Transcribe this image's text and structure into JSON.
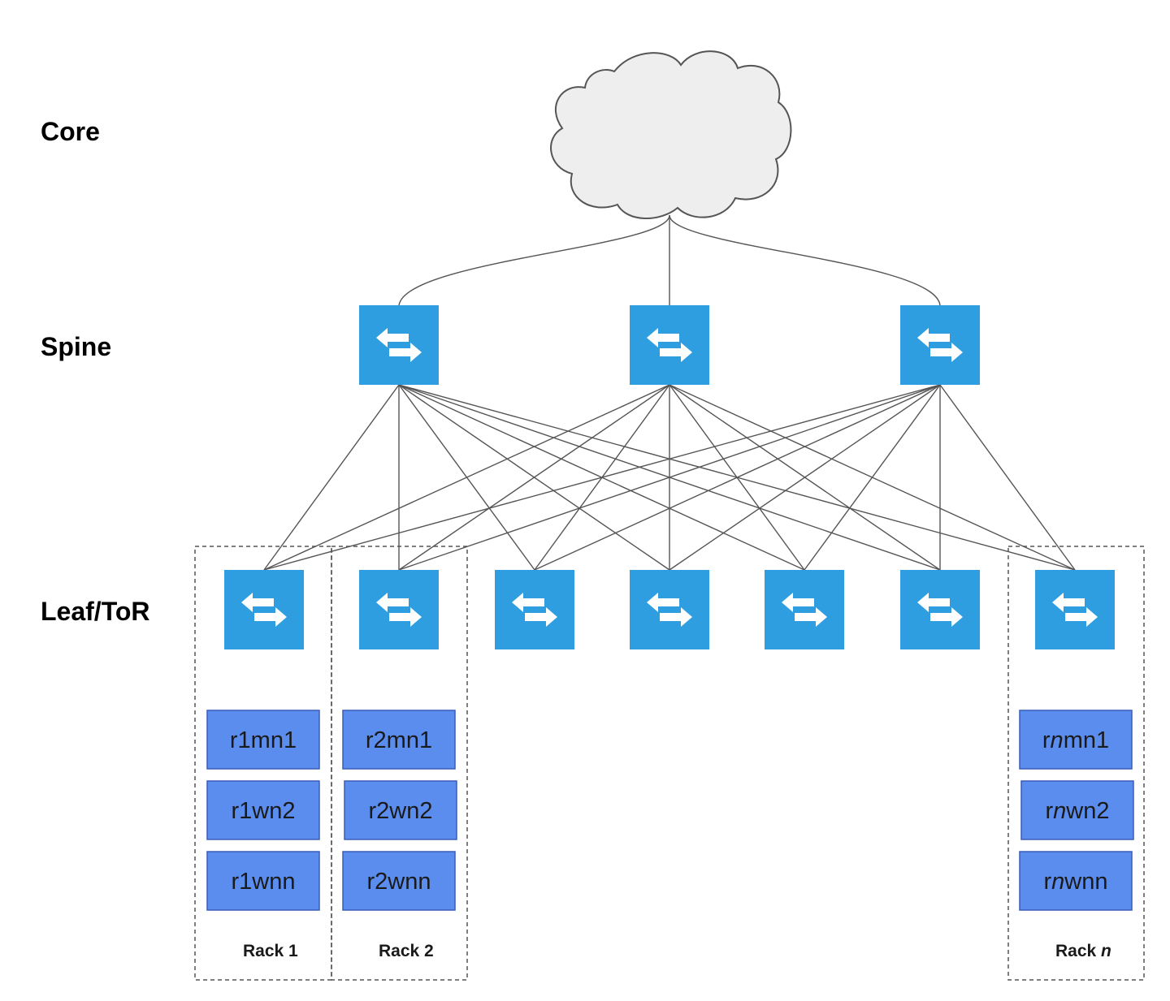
{
  "tiers": [
    {
      "id": "core",
      "label": "Core"
    },
    {
      "id": "spine",
      "label": "Spine"
    },
    {
      "id": "leaf",
      "label": "Leaf/ToR"
    }
  ],
  "colors": {
    "switch_fill": "#2e9ee0",
    "switch_icon": "#ffffff",
    "node_fill": "#5b8def",
    "node_border": "#3b5db8",
    "cloud_fill": "#eeeeee",
    "cloud_stroke": "#555555",
    "link": "#555555",
    "rack_border": "#555555"
  },
  "core": {
    "icon": "cloud-icon"
  },
  "spine_switches": [
    {
      "id": "spine-1",
      "icon": "switch-icon"
    },
    {
      "id": "spine-2",
      "icon": "switch-icon"
    },
    {
      "id": "spine-3",
      "icon": "switch-icon"
    }
  ],
  "leaf_switches": [
    {
      "id": "leaf-1",
      "icon": "switch-icon"
    },
    {
      "id": "leaf-2",
      "icon": "switch-icon"
    },
    {
      "id": "leaf-3",
      "icon": "switch-icon"
    },
    {
      "id": "leaf-4",
      "icon": "switch-icon"
    },
    {
      "id": "leaf-5",
      "icon": "switch-icon"
    },
    {
      "id": "leaf-6",
      "icon": "switch-icon"
    },
    {
      "id": "leaf-7",
      "icon": "switch-icon"
    }
  ],
  "racks": [
    {
      "label": "Rack 1",
      "nodes": [
        {
          "label": "r1mn1"
        },
        {
          "label": "r1wn2"
        },
        {
          "label": "r1wnn"
        }
      ]
    },
    {
      "label": "Rack 2",
      "nodes": [
        {
          "label": "r2mn1"
        },
        {
          "label": "r2wn2"
        },
        {
          "label": "r2wnn"
        }
      ]
    },
    {
      "label": "Rack n",
      "nodes": [
        {
          "label": "rnmn1"
        },
        {
          "label": "rnwn2"
        },
        {
          "label": "rnwnn"
        }
      ]
    }
  ]
}
